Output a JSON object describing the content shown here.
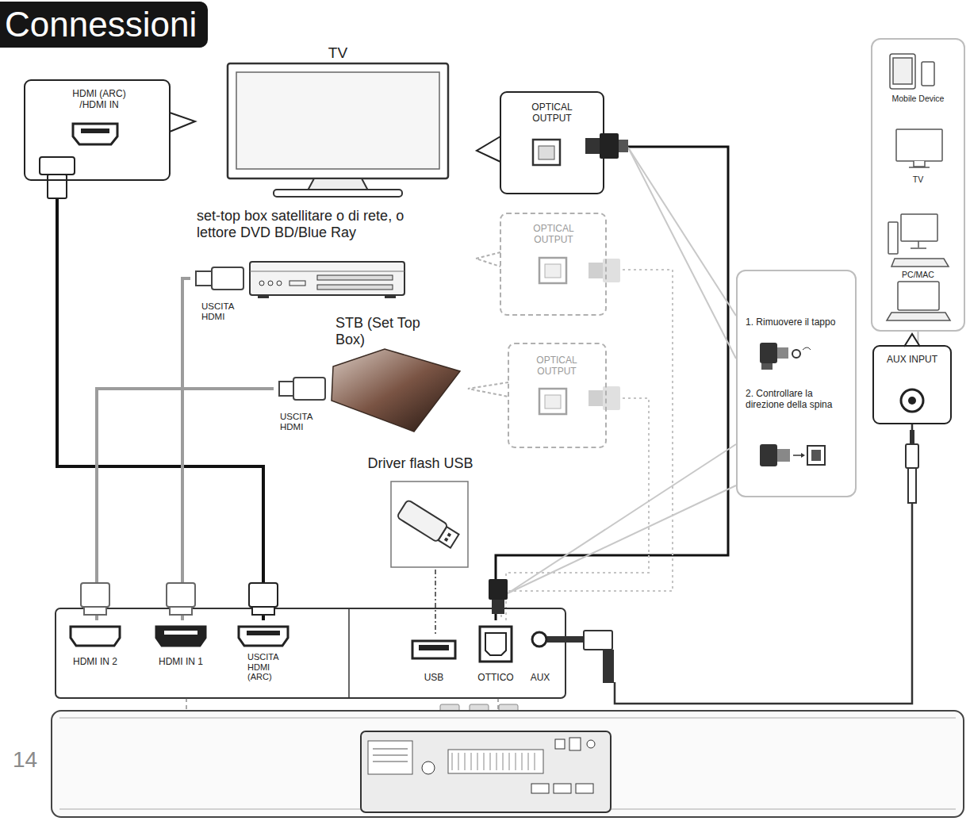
{
  "diagram": {
    "title": "Connessioni",
    "nodes": [
      {
        "text": [
          "HDMI (ARC) /HDMI IN"
        ]
      },
      {
        "text": [
          "TV"
        ]
      },
      {
        "text": [
          "OPTICAL OUTPUT"
        ]
      },
      {
        "text": [
          "Mobile Device",
          "TV",
          "PC/MAC"
        ]
      },
      {
        "text": [
          "set-top box satellitare o di rete, o lettore DVD BD/Blue Ray",
          "USCITA HDMI"
        ]
      },
      {
        "text": [
          "OPTICAL OUTPUT"
        ]
      },
      {
        "text": [
          "1. Rimuovere il tappo",
          "2. Controllare la direzione della spina"
        ]
      },
      {
        "text": [
          "STB (Set Top Box)",
          "USCITA HDMI"
        ]
      },
      {
        "text": [
          "OPTICAL OUTPUT"
        ]
      },
      {
        "text": [
          "AUX INPUT"
        ]
      },
      {
        "text": [
          "Driver flash USB"
        ]
      },
      {
        "text": [
          "HDMI IN 2"
        ]
      },
      {
        "text": [
          "HDMI IN 1"
        ]
      },
      {
        "text": [
          "USCITA HDMI (ARC)"
        ]
      },
      {
        "text": [
          "USB"
        ]
      },
      {
        "text": [
          "OTTICO"
        ]
      },
      {
        "text": [
          "AUX"
        ]
      }
    ],
    "edges": [
      {
        "from": 0,
        "to": 13,
        "arrow": "none"
      },
      {
        "from": 4,
        "to": 12,
        "arrow": "none"
      },
      {
        "from": 7,
        "to": 11,
        "arrow": "none"
      },
      {
        "from": 2,
        "to": 15,
        "arrow": "none"
      },
      {
        "from": 5,
        "to": 15,
        "arrow": "none"
      },
      {
        "from": 8,
        "to": 15,
        "arrow": "none"
      },
      {
        "from": 10,
        "to": 14,
        "arrow": "none"
      },
      {
        "from": 9,
        "to": 16,
        "arrow": "none"
      },
      {
        "from": 3,
        "to": 9,
        "arrow": "none"
      }
    ],
    "labels": [
      "14"
    ]
  }
}
